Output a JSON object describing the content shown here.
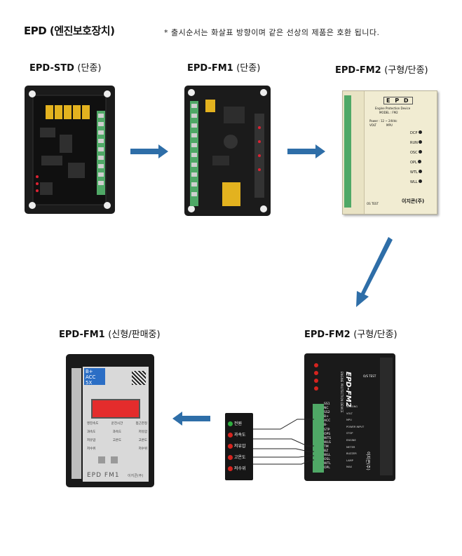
{
  "header": {
    "title": "EPD (엔진보호장치)",
    "note": "* 출시순서는 화살표 방향이며 같은 선상의 제품은 호환 됩니다."
  },
  "products": [
    {
      "model": "EPD-STD",
      "status": "(단종)"
    },
    {
      "model": "EPD-FM1",
      "status": "(단종)"
    },
    {
      "model": "EPD-FM2",
      "status": "(구형/단종)"
    },
    {
      "model": "EPD-FM2",
      "status": "(구형/단종)"
    },
    {
      "model": "EPD-FM1",
      "status": "(신형/판매중)"
    }
  ],
  "fm2_old_panel": {
    "brand": "E P D",
    "subtitle": "Engine Protection Device",
    "model_line": "MODEL : FM2",
    "power": "Power : 12 ~ 24Vdc",
    "volt": "VOLT",
    "mpu": "MPU",
    "leds": [
      "DCP",
      "RUN",
      "OSC",
      "OPL",
      "WTL",
      "WLL"
    ],
    "os_test": "OS TEST",
    "maker": "이지콘(주)"
  },
  "fm2_new_panel": {
    "brand": "EPD-FM2",
    "subtitle": "ENGINE PROTECTION DEVICE",
    "os_test": "O/S TEST",
    "maker": "이지콘(주)",
    "terminals": [
      "SS1",
      "NC",
      "SS2",
      "B+",
      "ACC",
      "B-",
      "STP",
      "OPS",
      "WTS",
      "WLS",
      "TM",
      "BZ",
      "WLL",
      "OSL",
      "WTL",
      "OPL"
    ],
    "side_labels": [
      "SENSING",
      "VOLT",
      "MPU",
      "POWER INPUT",
      "STOP",
      "ENGINE",
      "METER",
      "BUZZER",
      "LAMP",
      "MAX"
    ]
  },
  "lamp_box": {
    "labels": [
      "전원",
      "과속도",
      "저유압",
      "고온도",
      "저수위"
    ],
    "colors": [
      "#2fae3f",
      "#d6241f",
      "#d6241f",
      "#d6241f",
      "#d6241f"
    ]
  },
  "fm1_new_panel": {
    "terminals": [
      "B+",
      "ACC",
      "5X"
    ],
    "brand": "EPD FM1",
    "maker": "이지콘(주)",
    "menu": [
      "엔진속도",
      "운전시간",
      "접근한정",
      "과속도",
      "과속도",
      "저유압",
      "저유압",
      "고온도",
      "고온도",
      "저수위",
      "저수위"
    ]
  },
  "colors": {
    "arrow": "#2e6ea8",
    "board": "#1b1b1b",
    "cream": "#f1ecd2",
    "terminal_green": "#4fa866"
  }
}
